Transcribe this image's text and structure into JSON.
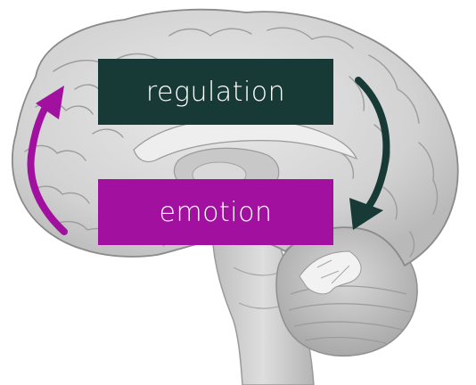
{
  "labels": {
    "top": "regulation",
    "bottom": "emotion"
  },
  "colors": {
    "regulation": "#173a36",
    "emotion": "#a2109f",
    "brain_fill": "#d8d8d8",
    "brain_shade": "#b5b5b5",
    "brain_line": "#8a8a8a",
    "brainstem": "#c9c9c9"
  },
  "icons": {
    "left_arrow": "curved-arrow-up",
    "right_arrow": "curved-arrow-down"
  }
}
